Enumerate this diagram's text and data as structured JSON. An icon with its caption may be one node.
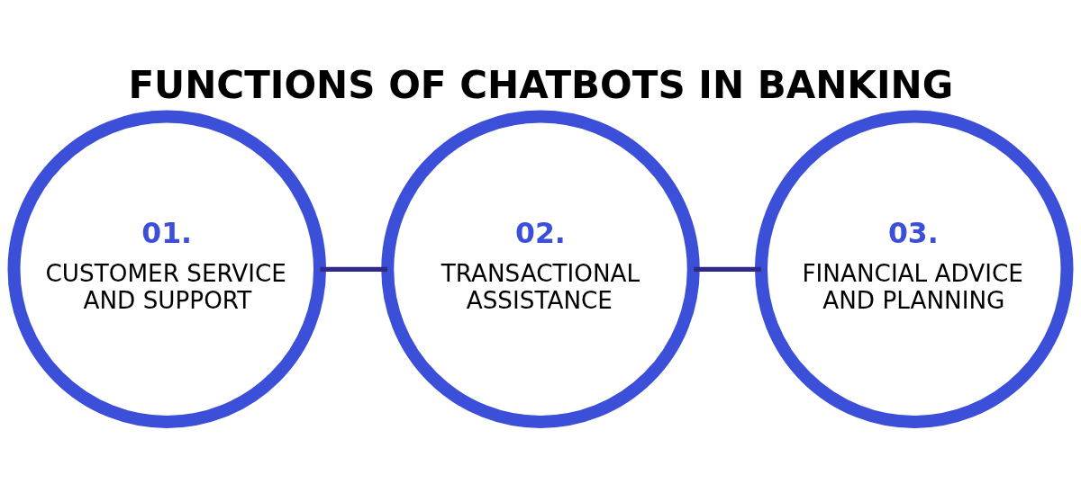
{
  "diagram": {
    "title": "FUNCTIONS OF CHATBOTS IN BANKING",
    "nodes": [
      {
        "text": [
          "01.",
          "CUSTOMER SERVICE AND SUPPORT"
        ]
      },
      {
        "text": [
          "02.",
          "TRANSACTIONAL ASSISTANCE"
        ]
      },
      {
        "text": [
          "03.",
          "FINANCIAL ADVICE AND PLANNING"
        ]
      }
    ],
    "edges": [
      {
        "from": 0,
        "to": 1,
        "arrow": "none"
      },
      {
        "from": 1,
        "to": 2,
        "arrow": "none"
      }
    ]
  }
}
